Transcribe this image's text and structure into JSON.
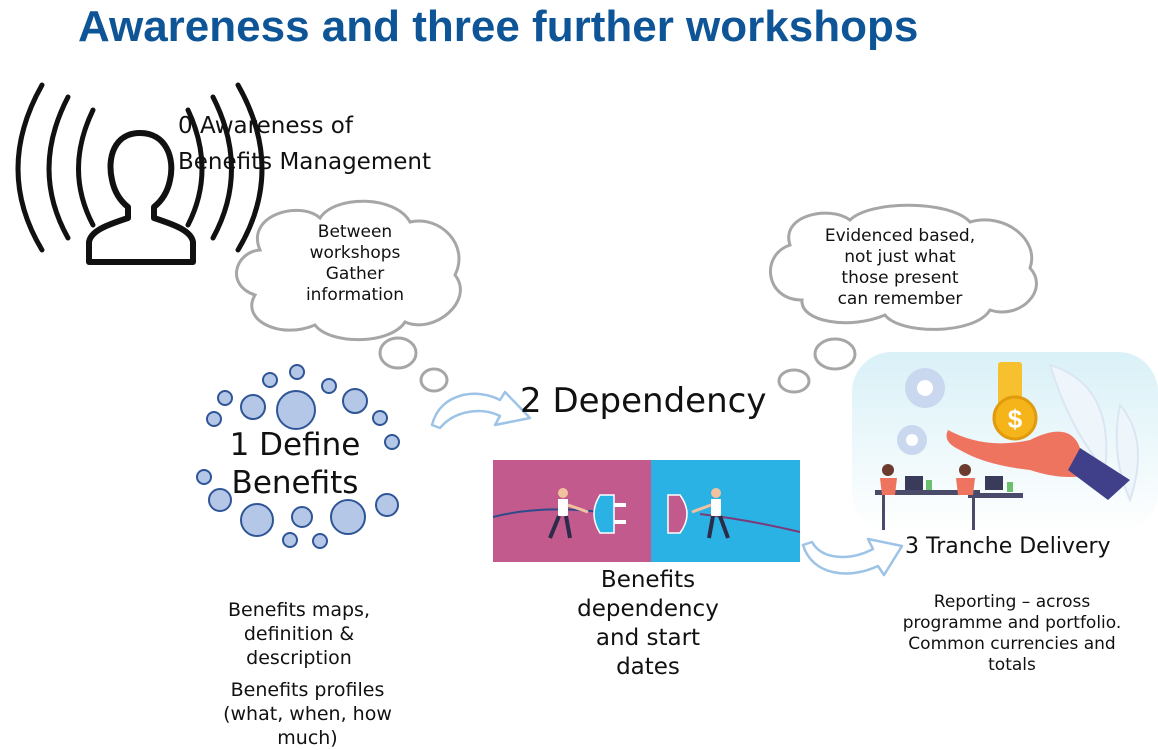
{
  "title": "Awareness and three further workshops",
  "awareness": {
    "line1": "0 Awareness of",
    "line2": "Benefits Management"
  },
  "cloud_left": {
    "lines": [
      "Between",
      "workshops",
      "Gather",
      "information"
    ]
  },
  "cloud_right": {
    "lines": [
      "Evidenced based,",
      "not just what",
      "those present",
      "can remember"
    ]
  },
  "define": {
    "line1": "1 Define",
    "line2": "Benefits"
  },
  "dependency": {
    "label": "2 Dependency"
  },
  "tranche": {
    "label": "3 Tranche Delivery"
  },
  "dependency_note": {
    "lines": [
      "Benefits",
      "dependency",
      "and start",
      "dates"
    ]
  },
  "reporting": {
    "lines": [
      "Reporting – across",
      "programme and portfolio.",
      "Common currencies and",
      "totals"
    ]
  },
  "define_note": {
    "maps_lines": [
      "Benefits maps,",
      "definition &",
      "description"
    ],
    "profiles_lines": [
      "Benefits profiles",
      "(what, when, how",
      "much)"
    ]
  },
  "icons": [
    "person-broadcast-icon",
    "bubble-cluster-icon",
    "plug-tug-of-war-image",
    "office-money-illustration",
    "curved-arrow-icon"
  ],
  "colors": {
    "title": "#0e5597",
    "bubble_fill": "#b4c7e7",
    "bubble_stroke": "#2f5597",
    "plug_left_bg": "#c25a8e",
    "plug_right_bg": "#2ab2e4",
    "cloud_stroke": "#a6a6a6"
  }
}
